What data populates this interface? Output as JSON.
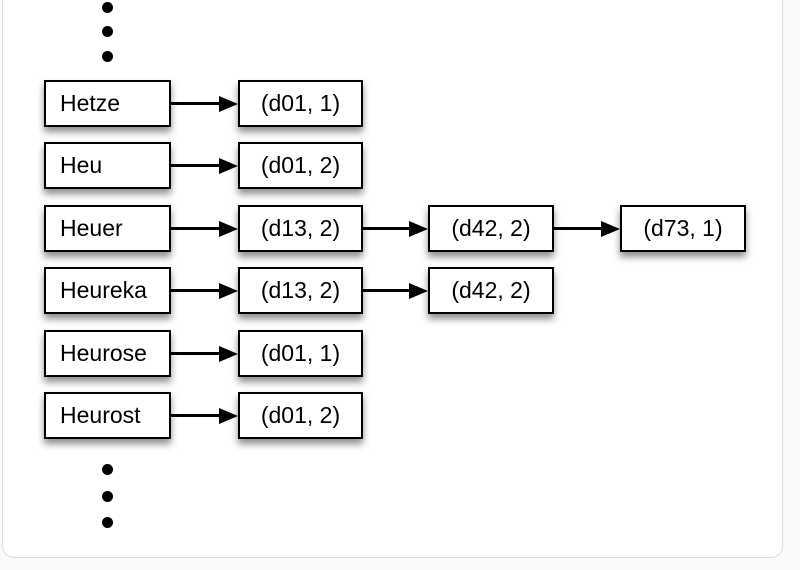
{
  "diagram": {
    "title": "inverted-index-posting-lists",
    "colors": {
      "page_background": "#fafafa",
      "slide_background": "#ffffff",
      "slide_border": "#dcdcdc",
      "box_fill": "#ffffff",
      "box_border": "#000000",
      "arrow": "#000000",
      "text": "#000000"
    },
    "rows": [
      {
        "term": "Hetze",
        "postings": [
          "(d01, 1)"
        ]
      },
      {
        "term": "Heu",
        "postings": [
          "(d01, 2)"
        ]
      },
      {
        "term": "Heuer",
        "postings": [
          "(d13, 2)",
          "(d42, 2)",
          "(d73, 1)"
        ]
      },
      {
        "term": "Heureka",
        "postings": [
          "(d13, 2)",
          "(d42, 2)"
        ]
      },
      {
        "term": "Heurose",
        "postings": [
          "(d01, 1)"
        ]
      },
      {
        "term": "Heurost",
        "postings": [
          "(d01, 2)"
        ]
      }
    ],
    "ellipsis": {
      "top_dot_count": 3,
      "bottom_dot_count": 3,
      "meaning": "list continues"
    }
  }
}
